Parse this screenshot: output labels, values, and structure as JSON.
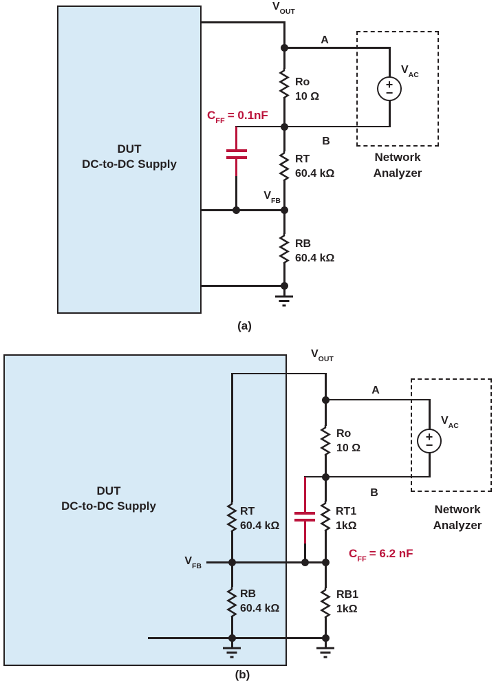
{
  "colors": {
    "accent_red": "#bb133b",
    "dut_fill": "#d7eaf6",
    "ink": "#231f20"
  },
  "diagram_a": {
    "caption": "(a)",
    "dut_label": {
      "line1": "DUT",
      "line2": "DC-to-DC Supply"
    },
    "nodes": {
      "vout": {
        "base": "V",
        "sub": "OUT"
      },
      "vfb": {
        "base": "V",
        "sub": "FB"
      },
      "a": "A",
      "b": "B"
    },
    "components": {
      "ro": {
        "name": "Ro",
        "value": "10 Ω"
      },
      "rt": {
        "name": "RT",
        "value": "60.4 kΩ"
      },
      "rb": {
        "name": "RB",
        "value": "60.4 kΩ"
      },
      "cff": {
        "base": "C",
        "sub": "FF",
        "value": "= 0.1nF"
      }
    },
    "analyzer": {
      "line1": "Network",
      "line2": "Analyzer"
    },
    "source": {
      "label": {
        "base": "V",
        "sub": "AC"
      },
      "plus": "+",
      "minus": "−"
    }
  },
  "diagram_b": {
    "caption": "(b)",
    "dut_label": {
      "line1": "DUT",
      "line2": "DC-to-DC Supply"
    },
    "nodes": {
      "vout": {
        "base": "V",
        "sub": "OUT"
      },
      "vfb": {
        "base": "V",
        "sub": "FB"
      },
      "a": "A",
      "b": "B"
    },
    "components": {
      "ro": {
        "name": "Ro",
        "value": "10 Ω"
      },
      "rt": {
        "name": "RT",
        "value": "60.4 kΩ"
      },
      "rb": {
        "name": "RB",
        "value": "60.4 kΩ"
      },
      "rt1": {
        "name": "RT1",
        "value": "1kΩ"
      },
      "rb1": {
        "name": "RB1",
        "value": "1kΩ"
      },
      "cff": {
        "base": "C",
        "sub": "FF",
        "value": "= 6.2 nF"
      }
    },
    "analyzer": {
      "line1": "Network",
      "line2": "Analyzer"
    },
    "source": {
      "label": {
        "base": "V",
        "sub": "AC"
      },
      "plus": "+",
      "minus": "−"
    }
  }
}
